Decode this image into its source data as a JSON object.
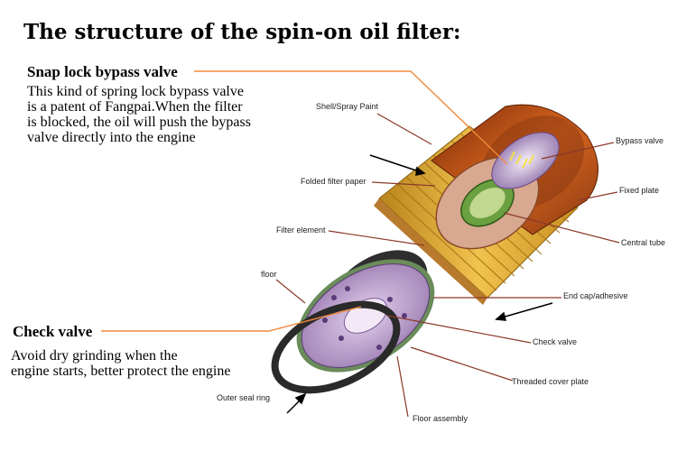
{
  "title": "The structure of the spin-on oil filter:",
  "callouts": {
    "snap_lock": {
      "heading": "Snap lock bypass valve",
      "lines": [
        "This kind of spring lock bypass valve",
        "is a patent of Fangpai.When the filter",
        "is blocked, the oil will push the bypass",
        "valve directly into the engine"
      ]
    },
    "check_valve": {
      "heading": "Check valve",
      "lines": [
        "Avoid dry grinding when the",
        "engine starts, better protect the engine"
      ]
    }
  },
  "labels": {
    "shell": "Shell/Spray Paint",
    "bypass_valve": "Bypass valve",
    "folded_paper": "Folded filter paper",
    "fixed_plate": "Fixed plate",
    "filter_element": "Filter element",
    "central_tube": "Central tube",
    "floor": "floor",
    "end_cap": "End cap/adhesive",
    "check_valve": "Check valve",
    "threaded_plate": "Threaded cover plate",
    "outer_seal": "Outer seal ring",
    "floor_assembly": "Floor assembly"
  },
  "colors": {
    "callout_line": "#f08a3c",
    "shell": "#c4531c",
    "paper": "#e0b13a",
    "plate": "#b79ac8",
    "gasket": "#2e2e2e",
    "leader": "#8b3a2a"
  }
}
